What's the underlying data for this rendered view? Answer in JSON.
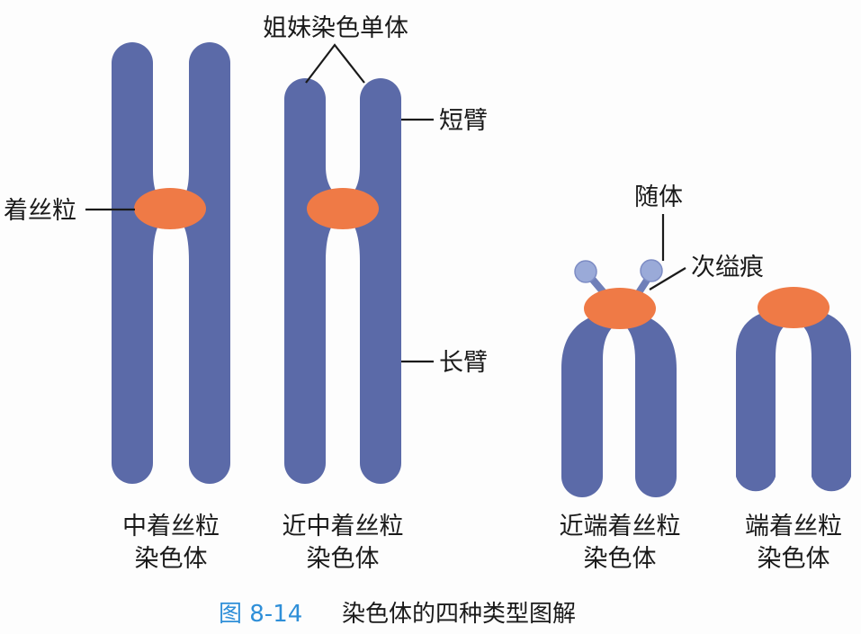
{
  "labels": {
    "sister_chromatids": "姐妹染色单体",
    "short_arm": "短臂",
    "centromere": "着丝粒",
    "long_arm": "长臂",
    "satellite": "随体",
    "secondary_constriction": "次缢痕"
  },
  "types": [
    {
      "line1": "中着丝粒",
      "line2": "染色体"
    },
    {
      "line1": "近中着丝粒",
      "line2": "染色体"
    },
    {
      "line1": "近端着丝粒",
      "line2": "染色体"
    },
    {
      "line1": "端着丝粒",
      "line2": "染色体"
    }
  ],
  "caption": {
    "number": "图 8-14",
    "title": "染色体的四种类型图解"
  },
  "colors": {
    "chromatid": "#5b6aa8",
    "centromere": "#ef7a46",
    "satellite": "#9aaad8",
    "caption_number": "#2f8fd8"
  }
}
